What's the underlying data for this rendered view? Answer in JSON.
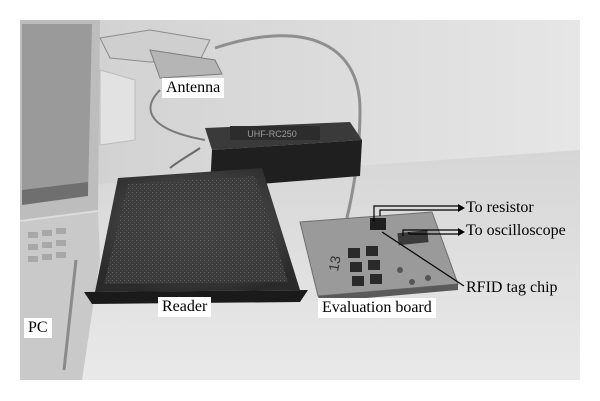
{
  "labels": {
    "antenna": "Antenna",
    "reader": "Reader",
    "pc": "PC",
    "evaluation_board": "Evaluation board",
    "to_resistor": "To resistor",
    "to_oscilloscope": "To oscilloscope",
    "rfid_tag_chip": "RFID tag chip",
    "device_label": "UHF-RC250",
    "board_number": "13"
  },
  "colors": {
    "label_background": "#ffffff",
    "text": "#000000"
  }
}
